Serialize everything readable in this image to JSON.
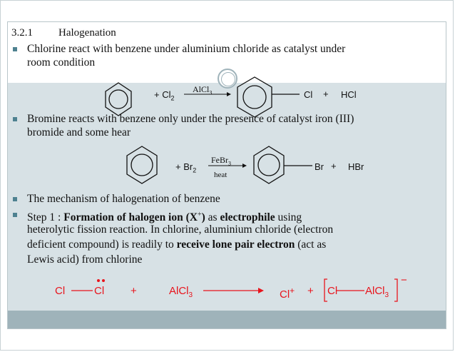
{
  "section": {
    "number": "3.2.1",
    "title": "Halogenation"
  },
  "bullets": [
    {
      "lines": [
        "Chlorine react with benzene under aluminium chloride as catalyst under",
        "room condition"
      ]
    },
    {
      "lines": [
        "Bromine reacts with benzene only under the presence of catalyst iron (III)",
        "bromide and some hear"
      ]
    },
    {
      "lines": [
        "The mechanism of halogenation of benzene"
      ]
    },
    {
      "line1_a": "Step 1 : ",
      "line1_b": "Formation of halogen ion (X",
      "line1_sup": "+",
      "line1_c": ")",
      "line1_d": " as ",
      "line1_e": "electrophile",
      "line1_f": " using",
      "line2": "heterolytic fission reaction. In chlorine, aluminium chloride (electron",
      "line3": "deficient compound) is readily to ",
      "line3_b": "receive lone pair electron",
      "line3_c": " (act as",
      "line4": "Lewis acid) from chlorine"
    }
  ],
  "reaction1": {
    "reagent": "+ Cl",
    "reagent_sub": "2",
    "catalyst": "AlCl",
    "catalyst_sub": "3",
    "product_group": "Cl",
    "plus": "+",
    "byproduct": "HCl"
  },
  "reaction2": {
    "reagent": "+ Br",
    "reagent_sub": "2",
    "catalyst": "FeBr",
    "catalyst_sub": "3",
    "condition": "heat",
    "product_group": "Br",
    "plus": "+",
    "byproduct": "HBr"
  },
  "reaction3": {
    "left_cl": "Cl",
    "right_cl": "Cl",
    "plus1": "+",
    "alcl": "AlCl",
    "alcl_sub": "3",
    "cl_ion": "Cl",
    "cl_ion_charge": "+",
    "plus2": "+",
    "complex_cl": "Cl",
    "complex_al": "AlCl",
    "complex_sub": "3",
    "complex_charge": "−",
    "color": "#e8141c"
  },
  "colors": {
    "bullet": "#4e8190",
    "content_band": "#d7e1e5",
    "bottom_band": "#9fb3ba",
    "reaction_red": "#e8141c"
  }
}
